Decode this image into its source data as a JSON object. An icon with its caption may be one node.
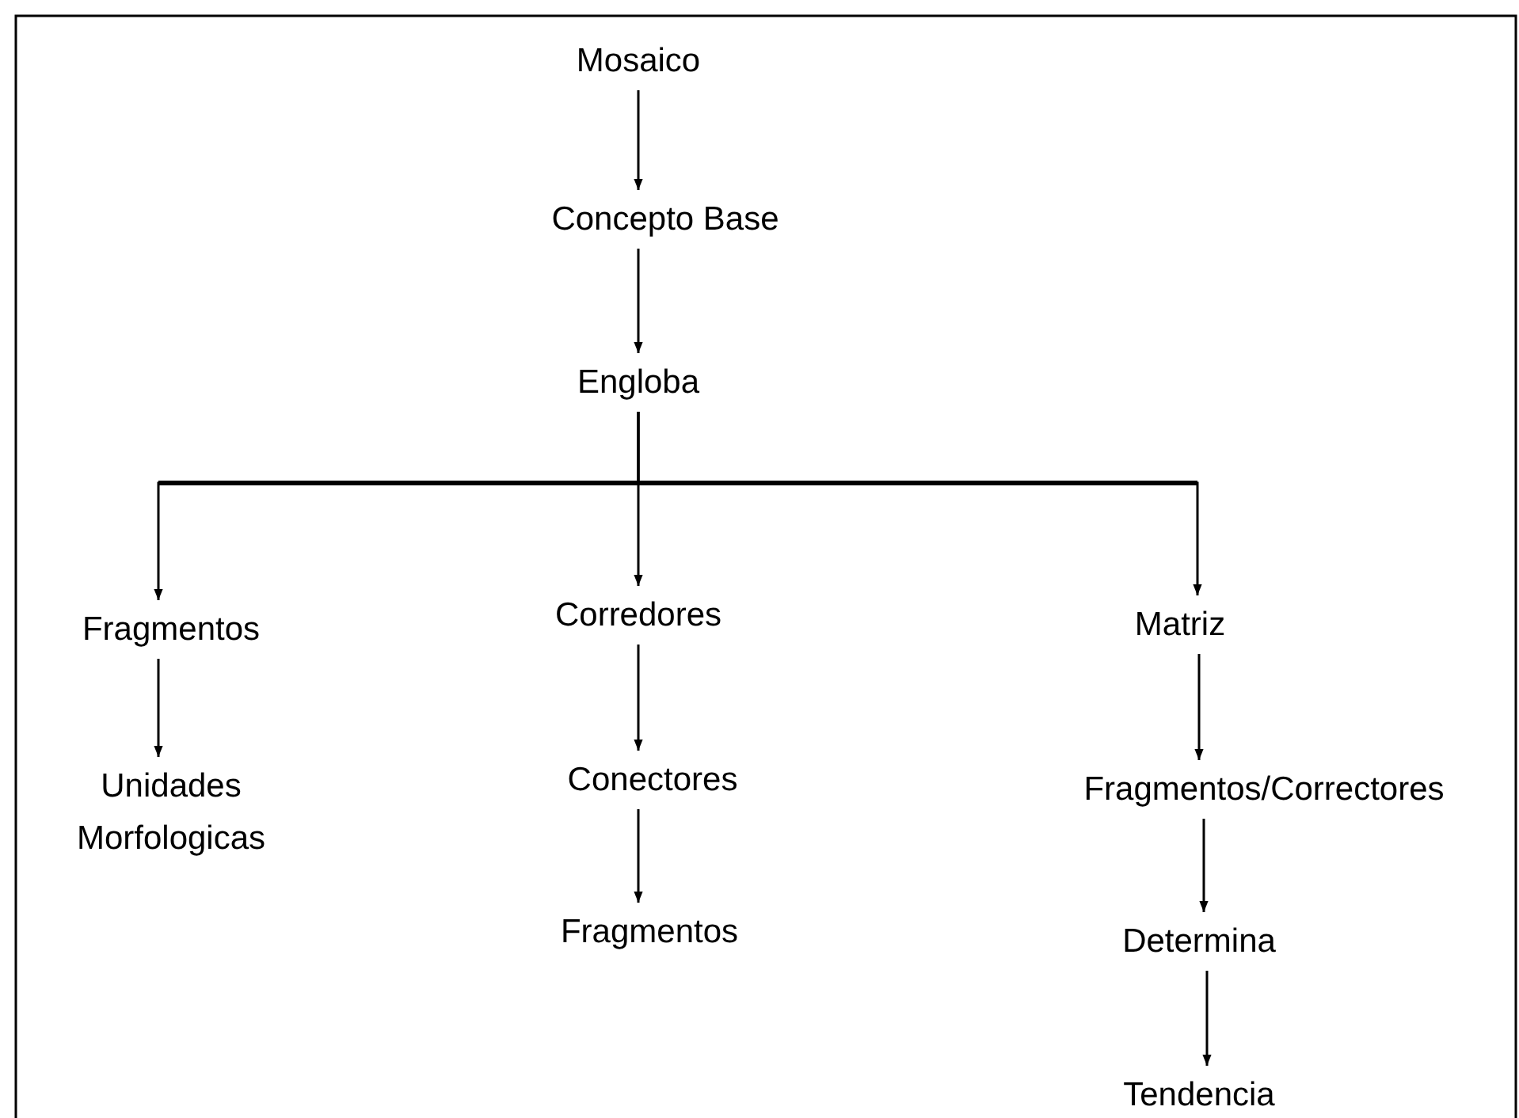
{
  "diagram": {
    "nodes": [
      {
        "text": [
          "Mosaico"
        ]
      },
      {
        "text": [
          "Concepto Base"
        ]
      },
      {
        "text": [
          "Engloba"
        ]
      },
      {
        "text": [
          "Fragmentos"
        ]
      },
      {
        "text": [
          "Corredores"
        ]
      },
      {
        "text": [
          "Matriz"
        ]
      },
      {
        "text": [
          "Unidades Morfologicas"
        ]
      },
      {
        "text": [
          "Conectores"
        ]
      },
      {
        "text": [
          "Fragmentos"
        ]
      },
      {
        "text": [
          "Fragmentos/Correctores"
        ]
      },
      {
        "text": [
          "Determina"
        ]
      },
      {
        "text": [
          "Tendencia"
        ]
      }
    ],
    "edges": [
      {
        "from": 0,
        "to": 1,
        "arrow": "to"
      },
      {
        "from": 1,
        "to": 2,
        "arrow": "to"
      },
      {
        "from": 2,
        "to": 3,
        "arrow": "to"
      },
      {
        "from": 2,
        "to": 4,
        "arrow": "to"
      },
      {
        "from": 2,
        "to": 5,
        "arrow": "to"
      },
      {
        "from": 3,
        "to": 6,
        "arrow": "to"
      },
      {
        "from": 4,
        "to": 7,
        "arrow": "to"
      },
      {
        "from": 7,
        "to": 8,
        "arrow": "to"
      },
      {
        "from": 5,
        "to": 9,
        "arrow": "to"
      },
      {
        "from": 9,
        "to": 10,
        "arrow": "to"
      },
      {
        "from": 10,
        "to": 11,
        "arrow": "to"
      }
    ]
  }
}
